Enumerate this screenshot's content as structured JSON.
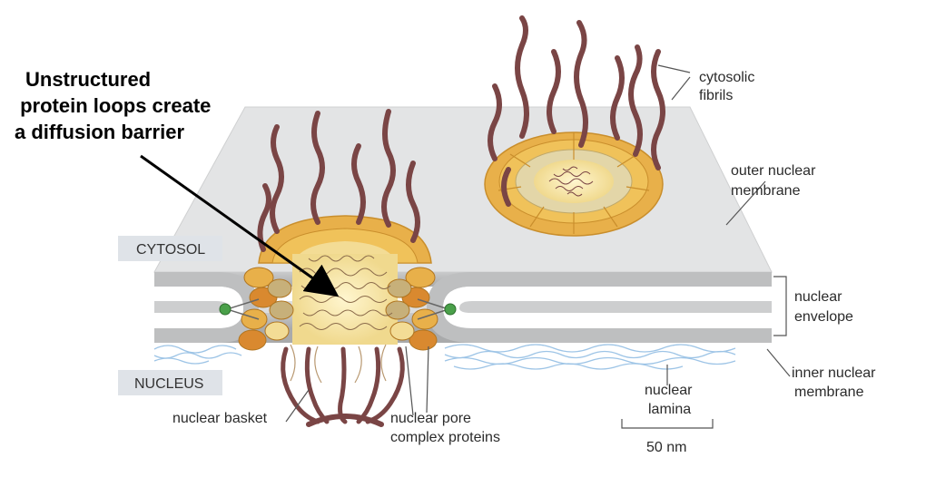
{
  "annotation": {
    "lines": [
      "Unstructured",
      " protein loops create",
      "a diffusion barrier"
    ]
  },
  "compartments": {
    "cytosol": "CYTOSOL",
    "nucleus": "NUCLEUS"
  },
  "labels": {
    "cytosolic_fibrils": [
      "cytosolic",
      "fibrils"
    ],
    "outer_nuclear_membrane": [
      "outer nuclear",
      "membrane"
    ],
    "nuclear_envelope": [
      "nuclear",
      "envelope"
    ],
    "inner_nuclear_membrane": [
      "inner nuclear",
      "membrane"
    ],
    "nuclear_lamina": [
      "nuclear",
      "lamina"
    ],
    "nuclear_basket": "nuclear basket",
    "npc_proteins": [
      "nuclear pore",
      "complex proteins"
    ],
    "scale_bar": "50 nm"
  },
  "colors": {
    "fibril": "#7a4545",
    "membrane_top": "#e3e4e5",
    "membrane_side": "#b9babb",
    "ring_gold": "#e8b04a",
    "ring_orange": "#d9892f",
    "ring_pale": "#f3dc95",
    "ring_tan": "#c7b07a",
    "lamina": "#9dc4e6",
    "anchor_green": "#4aa04a"
  }
}
